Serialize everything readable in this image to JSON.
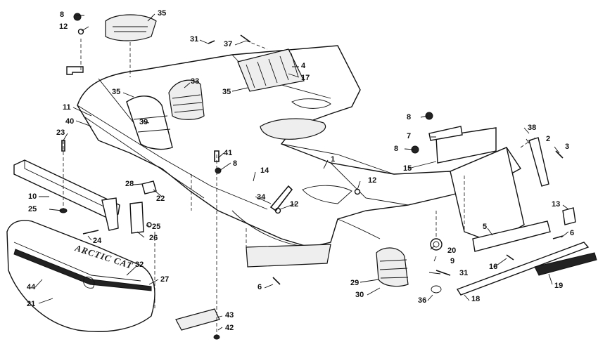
{
  "brand_text": "ARCTIC CAT",
  "callouts": [
    {
      "id": "c8a",
      "text": "8"
    },
    {
      "id": "c12a",
      "text": "12"
    },
    {
      "id": "c35a",
      "text": "35"
    },
    {
      "id": "c31a",
      "text": "31"
    },
    {
      "id": "c37",
      "text": "37"
    },
    {
      "id": "c4",
      "text": "4"
    },
    {
      "id": "c17",
      "text": "17"
    },
    {
      "id": "c35b",
      "text": "35"
    },
    {
      "id": "c33",
      "text": "33"
    },
    {
      "id": "c35c",
      "text": "35"
    },
    {
      "id": "c11",
      "text": "11"
    },
    {
      "id": "c40",
      "text": "40"
    },
    {
      "id": "c39",
      "text": "39"
    },
    {
      "id": "c23",
      "text": "23"
    },
    {
      "id": "c41",
      "text": "41"
    },
    {
      "id": "c8b",
      "text": "8"
    },
    {
      "id": "c1",
      "text": "1"
    },
    {
      "id": "c8c",
      "text": "8"
    },
    {
      "id": "c7",
      "text": "7"
    },
    {
      "id": "c38",
      "text": "38"
    },
    {
      "id": "c2",
      "text": "2"
    },
    {
      "id": "c3",
      "text": "3"
    },
    {
      "id": "c8d",
      "text": "8"
    },
    {
      "id": "c15",
      "text": "15"
    },
    {
      "id": "c14",
      "text": "14"
    },
    {
      "id": "c12b",
      "text": "12"
    },
    {
      "id": "c10",
      "text": "10"
    },
    {
      "id": "c28",
      "text": "28"
    },
    {
      "id": "c22",
      "text": "22"
    },
    {
      "id": "c34",
      "text": "34"
    },
    {
      "id": "c12c",
      "text": "12"
    },
    {
      "id": "c25a",
      "text": "25"
    },
    {
      "id": "c25b",
      "text": "25"
    },
    {
      "id": "c26",
      "text": "26"
    },
    {
      "id": "c24",
      "text": "24"
    },
    {
      "id": "c13",
      "text": "13"
    },
    {
      "id": "c5",
      "text": "5"
    },
    {
      "id": "c6a",
      "text": "6"
    },
    {
      "id": "c20",
      "text": "20"
    },
    {
      "id": "c9",
      "text": "9"
    },
    {
      "id": "c16",
      "text": "16"
    },
    {
      "id": "c32",
      "text": "32"
    },
    {
      "id": "c27",
      "text": "27"
    },
    {
      "id": "c44",
      "text": "44"
    },
    {
      "id": "c21",
      "text": "21"
    },
    {
      "id": "c6b",
      "text": "6"
    },
    {
      "id": "c31b",
      "text": "31"
    },
    {
      "id": "c29",
      "text": "29"
    },
    {
      "id": "c30",
      "text": "30"
    },
    {
      "id": "c36",
      "text": "36"
    },
    {
      "id": "c19",
      "text": "19"
    },
    {
      "id": "c18",
      "text": "18"
    },
    {
      "id": "c43",
      "text": "43"
    },
    {
      "id": "c42",
      "text": "42"
    }
  ]
}
